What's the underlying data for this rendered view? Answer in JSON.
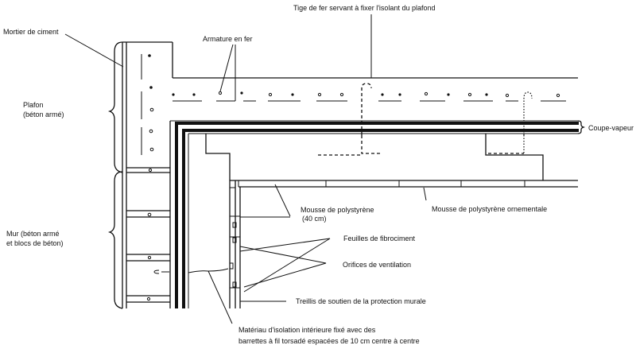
{
  "diagram": {
    "type": "cross-section",
    "subject": "Isolation intérieure d'un plafond et d'un mur en béton",
    "labels": {
      "mortier": "Mortier de ciment",
      "armature": "Armature en fer",
      "tige": "Tige de fer servant à fixer l'isolant du plafond",
      "plafon_1": "Plafon",
      "plafon_2": "(béton armé)",
      "coupe_vapeur": "Coupe-vapeur",
      "mur_1": "Mur (béton armé",
      "mur_2": "et blocs de béton)",
      "mousse_1": "Mousse de polystyrène",
      "mousse_2": "(40 cm)",
      "mousse_orn": "Mousse de polystyrène ornementale",
      "feuilles": "Feuilles de fibrociment",
      "orifices": "Orifices de ventilation",
      "treillis": "Treillis de soutien de la protection murale",
      "materiau_1": "Matériau d'isolation intérieure fixé avec des",
      "materiau_2": "barrettes à fil torsadé espacées de 10 cm centre à centre"
    }
  }
}
